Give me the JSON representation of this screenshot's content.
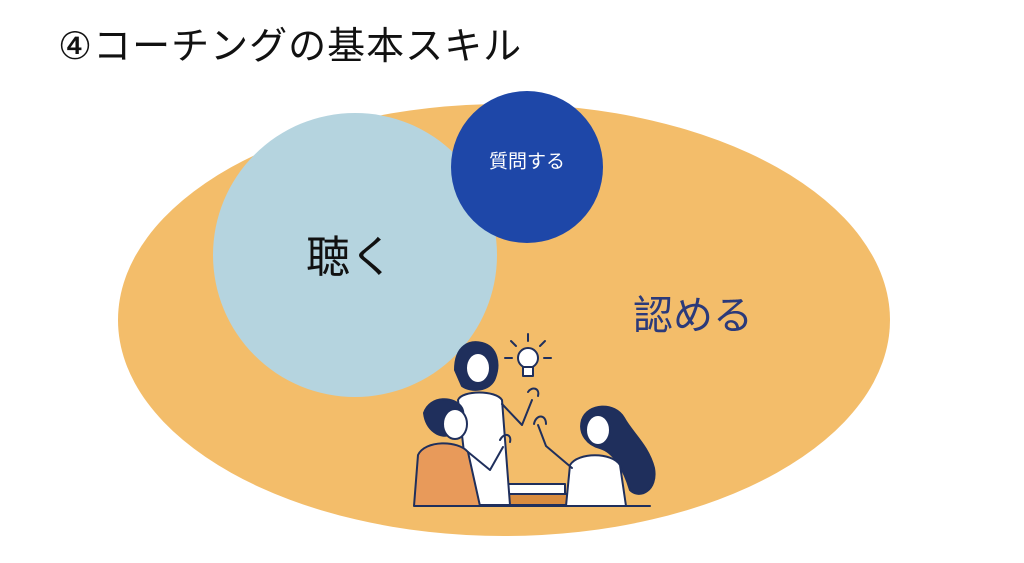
{
  "slide": {
    "title": "④コーチングの基本スキル"
  },
  "diagram": {
    "outer_label": "認める",
    "listen_label": "聴く",
    "question_label": "質問する"
  },
  "colors": {
    "outer_ellipse": "#f3bd6a",
    "listen_circle": "#b5d4df",
    "question_circle": "#1e47a8",
    "outer_label_text": "#2b3a7a",
    "line_art": "#1f2f5c",
    "hair": "#1f2f5c",
    "skin_and_shirt_orange": "#e89a5a",
    "books_orange": "#d98c3f"
  },
  "illustration": {
    "description_icons": [
      "lightbulb-icon",
      "people-icon",
      "books-icon"
    ]
  }
}
